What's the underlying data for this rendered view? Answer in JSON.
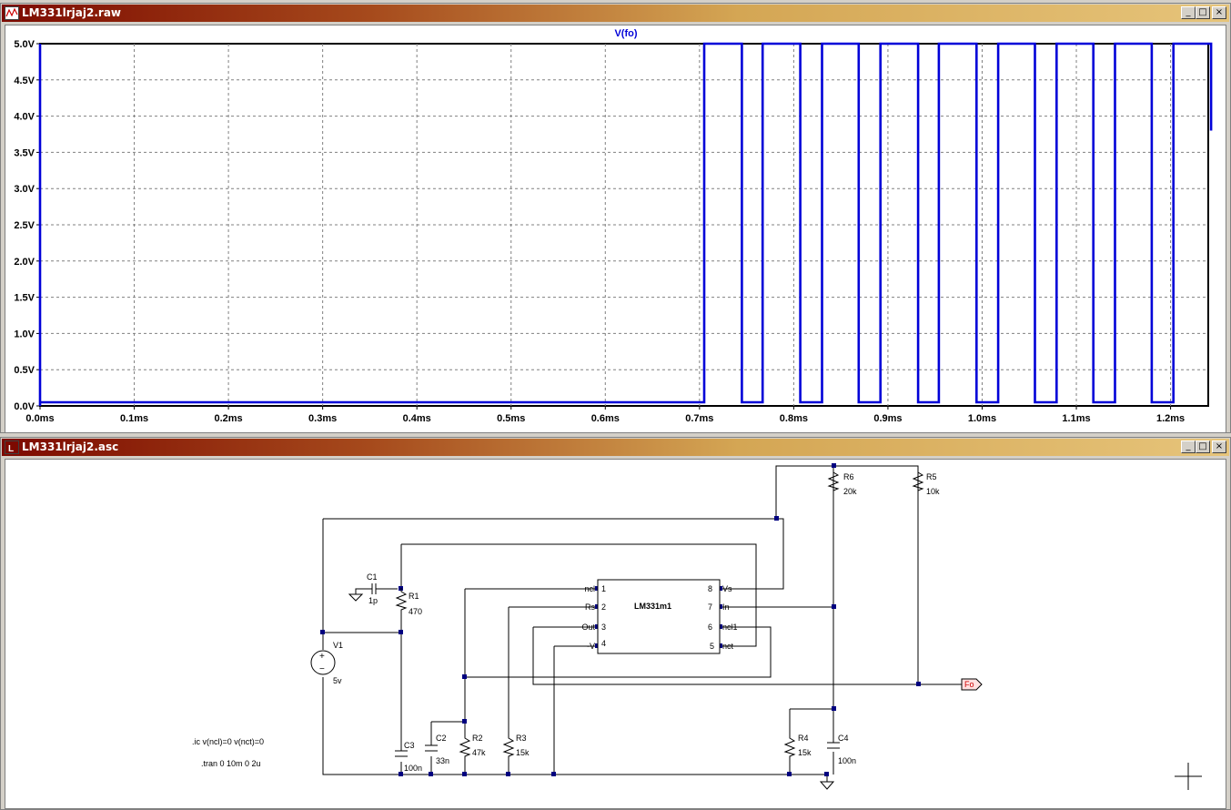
{
  "colors": {
    "trace": "#0000d8",
    "titlebar_start": "#7d0a00",
    "titlebar_end": "#e6c47a",
    "wire": "#000080",
    "net_label_fill": "#ffe0e0",
    "net_label_text": "#cc0000"
  },
  "waveform_window": {
    "title": "LM331lrjaj2.raw",
    "icon": "waveform-icon",
    "buttons": {
      "minimize": "_",
      "maximize": "□",
      "close": "×"
    }
  },
  "schematic_window": {
    "title": "LM331lrjaj2.asc",
    "icon": "schematic-icon",
    "buttons": {
      "minimize": "_",
      "maximize": "□",
      "close": "×"
    }
  },
  "chart_data": {
    "type": "line",
    "title": "V(fo)",
    "xlabel": "",
    "ylabel": "",
    "xlim": [
      0.0,
      1.24
    ],
    "ylim": [
      0.0,
      5.0
    ],
    "grid": true,
    "x_ticks": [
      "0.0ms",
      "0.1ms",
      "0.2ms",
      "0.3ms",
      "0.4ms",
      "0.5ms",
      "0.6ms",
      "0.7ms",
      "0.8ms",
      "0.9ms",
      "1.0ms",
      "1.1ms",
      "1.2ms"
    ],
    "y_ticks": [
      "0.0V",
      "0.5V",
      "1.0V",
      "1.5V",
      "2.0V",
      "2.5V",
      "3.0V",
      "3.5V",
      "4.0V",
      "4.5V",
      "5.0V"
    ],
    "series": [
      {
        "name": "V(fo)",
        "x_unit": "ms",
        "y_unit": "V",
        "points": [
          [
            0.0,
            0.0
          ],
          [
            0.0,
            5.0
          ],
          [
            0.0,
            0.05
          ],
          [
            0.705,
            0.05
          ],
          [
            0.705,
            5.0
          ],
          [
            0.745,
            5.0
          ],
          [
            0.745,
            0.05
          ],
          [
            0.767,
            0.05
          ],
          [
            0.767,
            5.0
          ],
          [
            0.807,
            5.0
          ],
          [
            0.807,
            0.05
          ],
          [
            0.83,
            0.05
          ],
          [
            0.83,
            5.0
          ],
          [
            0.869,
            5.0
          ],
          [
            0.869,
            0.05
          ],
          [
            0.892,
            0.05
          ],
          [
            0.892,
            5.0
          ],
          [
            0.932,
            5.0
          ],
          [
            0.932,
            0.05
          ],
          [
            0.954,
            0.05
          ],
          [
            0.954,
            5.0
          ],
          [
            0.994,
            5.0
          ],
          [
            0.994,
            0.05
          ],
          [
            1.017,
            0.05
          ],
          [
            1.017,
            5.0
          ],
          [
            1.056,
            5.0
          ],
          [
            1.056,
            0.05
          ],
          [
            1.079,
            0.05
          ],
          [
            1.079,
            5.0
          ],
          [
            1.118,
            5.0
          ],
          [
            1.118,
            0.05
          ],
          [
            1.141,
            0.05
          ],
          [
            1.141,
            5.0
          ],
          [
            1.18,
            5.0
          ],
          [
            1.18,
            0.05
          ],
          [
            1.203,
            0.05
          ],
          [
            1.203,
            5.0
          ],
          [
            1.243,
            5.0
          ],
          [
            1.243,
            3.8
          ]
        ]
      }
    ]
  },
  "schematic": {
    "ic": {
      "name": "LM331m1",
      "left_pins": [
        {
          "num": "1",
          "label": "ncl"
        },
        {
          "num": "2",
          "label": "Rs"
        },
        {
          "num": "3",
          "label": "Out"
        },
        {
          "num": "4",
          "label": "-V"
        }
      ],
      "right_pins": [
        {
          "num": "8",
          "label": "Vs"
        },
        {
          "num": "7",
          "label": "In"
        },
        {
          "num": "6",
          "label": "ncl1"
        },
        {
          "num": "5",
          "label": "nct"
        }
      ]
    },
    "components": {
      "C1": {
        "name": "C1",
        "value": "1p"
      },
      "R1": {
        "name": "R1",
        "value": "470"
      },
      "V1": {
        "name": "V1",
        "value": "5v"
      },
      "C3": {
        "name": "C3",
        "value": "100n"
      },
      "C2": {
        "name": "C2",
        "value": "33n"
      },
      "R2": {
        "name": "R2",
        "value": "47k"
      },
      "R3": {
        "name": "R3",
        "value": "15k"
      },
      "R6": {
        "name": "R6",
        "value": "20k"
      },
      "R5": {
        "name": "R5",
        "value": "10k"
      },
      "R4": {
        "name": "R4",
        "value": "15k"
      },
      "C4": {
        "name": "C4",
        "value": "100n"
      }
    },
    "net_label": "Fo",
    "directives": {
      "ic": ".ic v(ncl)=0 v(nct)=0",
      "tran": ".tran 0 10m 0 2u"
    }
  }
}
